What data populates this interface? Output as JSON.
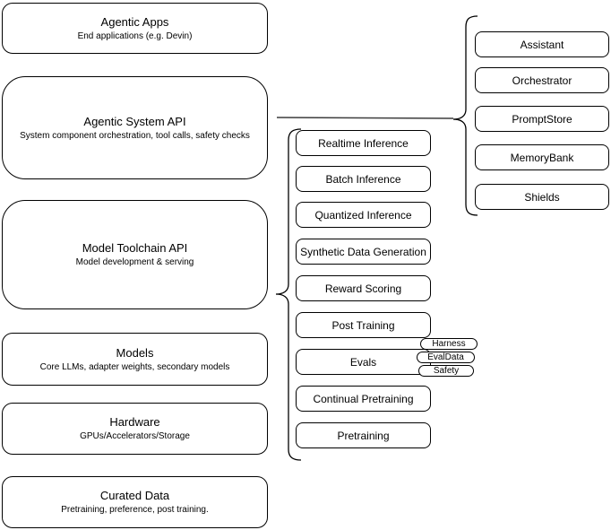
{
  "diagram": {
    "left_stack": [
      {
        "title": "Agentic Apps",
        "subtitle": "End applications (e.g. Devin)"
      },
      {
        "title": "Agentic System API",
        "subtitle": "System component orchestration, tool calls, safety checks"
      },
      {
        "title": "Model Toolchain API",
        "subtitle": "Model development & serving"
      },
      {
        "title": "Models",
        "subtitle": "Core LLMs, adapter weights, secondary models"
      },
      {
        "title": "Hardware",
        "subtitle": "GPUs/Accelerators/Storage"
      },
      {
        "title": "Curated Data",
        "subtitle": "Pretraining, preference, post training."
      }
    ],
    "toolchain_items": [
      "Realtime Inference",
      "Batch Inference",
      "Quantized Inference",
      "Synthetic Data Generation",
      "Reward Scoring",
      "Post Training",
      "Evals",
      "Continual Pretraining",
      "Pretraining"
    ],
    "eval_tags": [
      "Harness",
      "EvalData",
      "Safety"
    ],
    "system_components": [
      "Assistant",
      "Orchestrator",
      "PromptStore",
      "MemoryBank",
      "Shields"
    ],
    "colors": {
      "stroke": "#000000",
      "fill": "#ffffff",
      "background": "#ffffff"
    }
  }
}
